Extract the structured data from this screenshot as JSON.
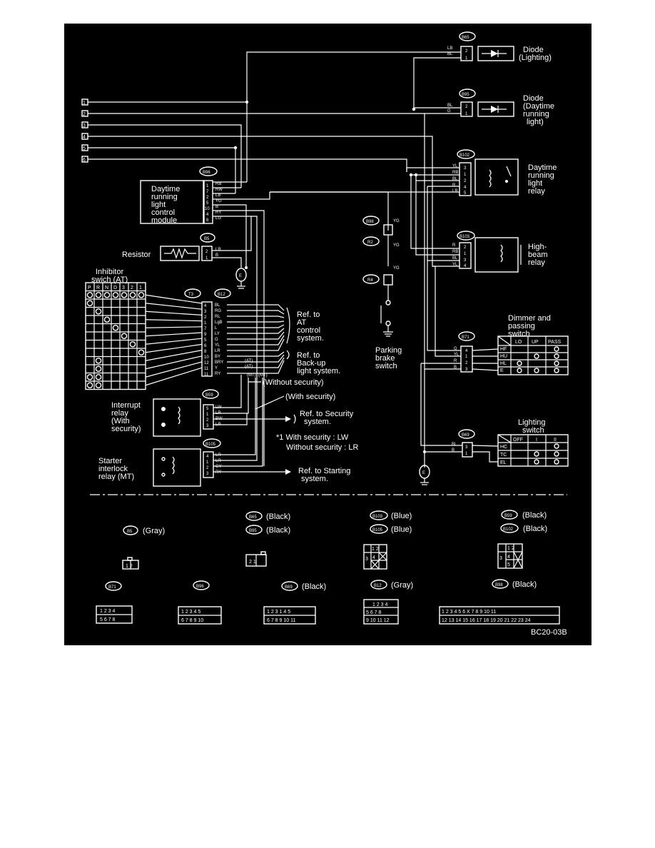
{
  "diagram_code": "BC20-03B",
  "left_terminals": [
    "1",
    "2",
    "3",
    "4",
    "5",
    "6"
  ],
  "components": {
    "diode_lighting": {
      "conn": "B65",
      "label_lines": [
        "Diode",
        "(Lighting)"
      ],
      "wires": [
        "LB",
        "BL"
      ],
      "pins": [
        "2",
        "1"
      ]
    },
    "diode_drl": {
      "conn": "B95",
      "label_lines": [
        "Diode",
        "(Daytime",
        "running",
        "light)"
      ],
      "wires": [
        "BL",
        "G"
      ],
      "pins": [
        "2",
        "1"
      ]
    },
    "drl_relay": {
      "conn": "B102",
      "label_lines": [
        "Daytime",
        "running",
        "light",
        "relay"
      ],
      "wires": [
        "YL",
        "RB",
        "BL",
        "R",
        "LR"
      ],
      "pins": [
        "3",
        "1",
        "2",
        "4",
        "5"
      ]
    },
    "hb_relay": {
      "conn": "B103",
      "label_lines": [
        "High-",
        "beam",
        "relay"
      ],
      "wires": [
        "R",
        "RB",
        "BL",
        "YL"
      ],
      "pins": [
        "2",
        "1",
        "3",
        "4"
      ]
    },
    "drl_module": {
      "conn": "B96",
      "label_lines": [
        "Daytime",
        "running",
        "light",
        "control",
        "module"
      ],
      "wires": [
        "RB",
        "RW",
        "LB",
        "YG",
        "B",
        "RY",
        "LG"
      ],
      "pins": [
        "1",
        "7",
        "2",
        "5",
        "10",
        "4",
        "8"
      ]
    },
    "resistor": {
      "conn": "B5",
      "label": "Resistor",
      "wires": [
        "LR",
        "B"
      ],
      "pins": [
        "2",
        "1"
      ]
    },
    "inhibitor": {
      "label_lines": [
        "Inhibitor",
        "swich (AT)"
      ],
      "positions": [
        "P",
        "R",
        "N",
        "D",
        "3",
        "2",
        "1"
      ]
    },
    "at_connectors": {
      "t3": "T3",
      "b12": "B12",
      "wires": [
        "BL",
        "RG",
        "RL",
        "LgB",
        "L",
        "LY",
        "G",
        "YL",
        "LR",
        "BY",
        "BRY",
        "Y",
        "RY"
      ],
      "pins": [
        "4",
        "3",
        "2",
        "1",
        "7",
        "9",
        "5",
        "6",
        "8",
        "10",
        "12",
        "11",
        "11"
      ]
    },
    "refs": {
      "at": [
        "Ref. to",
        "AT",
        "control",
        "system."
      ],
      "backup": [
        "Ref. to",
        "Back-up",
        "light system."
      ],
      "security": [
        "Ref. to Security",
        "system."
      ],
      "starting": [
        "Ref. to Starting",
        "system."
      ]
    },
    "at_marks": [
      "(AT)",
      "(AT)",
      "(MT)",
      "(MT)"
    ],
    "security_notes": {
      "without": "(Without security)",
      "with": "(With security)",
      "star_with": "*1 With security     : LW",
      "star_without": "Without security : LR"
    },
    "interrupt_relay": {
      "conn": "B59",
      "label_lines": [
        "Interrupt",
        "relay",
        "(With",
        "security)"
      ],
      "wires": [
        "LW",
        "LR",
        "BW",
        "LR"
      ],
      "pins": [
        "5",
        "1",
        "2",
        "3"
      ]
    },
    "starter_relay": {
      "conn": "B105",
      "label_lines": [
        "Starter",
        "interlock",
        "relay (MT)"
      ],
      "wires": [
        "LR",
        "LR",
        "GY",
        "RY"
      ],
      "pins": [
        "4",
        "1",
        "2",
        "3"
      ]
    },
    "parking_brake": {
      "conns": [
        "B98",
        "R2",
        "R4"
      ],
      "wires": [
        "YG",
        "YG",
        "YG"
      ],
      "label_lines": [
        "Parking",
        "brake",
        "switch"
      ]
    },
    "dimmer": {
      "conn": "B71",
      "label_lines": [
        "Dimmer and",
        "passing",
        "switch"
      ],
      "wires": [
        "G",
        "YL",
        "R",
        "B"
      ],
      "pins": [
        "4",
        "1",
        "2",
        "3"
      ],
      "cols": [
        "LO",
        "UP",
        "PASS"
      ],
      "rows": [
        "HF",
        "HU",
        "HL",
        "E"
      ]
    },
    "lighting": {
      "conn": "B69",
      "label_lines": [
        "Lighting",
        "switch"
      ],
      "wires": [
        "BL",
        "B"
      ],
      "pins": [
        "3",
        "1"
      ],
      "cols": [
        "OFF",
        "I",
        "II"
      ],
      "rows": [
        "HC",
        "TC",
        "EL"
      ]
    },
    "ground": "E"
  },
  "legend": [
    {
      "conn": "B65",
      "color": "(Black)"
    },
    {
      "conn": "B95",
      "color": "(Black)"
    },
    {
      "conn": "B103",
      "color": "(Blue)"
    },
    {
      "conn": "B105",
      "color": "(Blue)"
    },
    {
      "conn": "B59",
      "color": "(Black)"
    },
    {
      "conn": "B102",
      "color": "(Black)"
    },
    {
      "conn": "B5",
      "color": "(Gray)"
    },
    {
      "conn": "B71",
      "color": ""
    },
    {
      "conn": "B96",
      "color": ""
    },
    {
      "conn": "B69",
      "color": "(Black)"
    },
    {
      "conn": "B12",
      "color": "(Gray)"
    },
    {
      "conn": "B98",
      "color": "(Black)"
    }
  ],
  "colors": {
    "background": "#000000",
    "ink": "#ffffff",
    "page": "#ffffff"
  }
}
